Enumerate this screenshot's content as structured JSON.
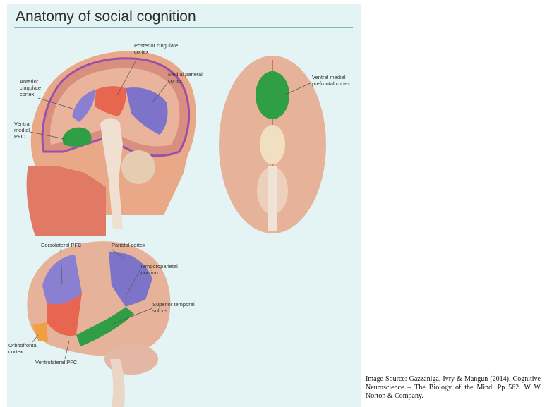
{
  "slide": {
    "title": "Anatomy of social cognition",
    "labels": {
      "posterior_cingulate": "Posterior cingulate\ncortex",
      "medial_parietal": "Medial parietal\ncortex",
      "anterior_cingulate": "Anterior\ncingulate\ncortex",
      "ventral_medial_pfc": "Ventral\nmedial\nPFC",
      "ventral_medial_prefrontal": "Ventral medial\nprefrontal cortex",
      "dorsolateral_pfc": "Dorsolateral PFC",
      "parietal_cortex": "Parietal cortex",
      "temporoparietal_junction": "Temporoparietal\njunction",
      "superior_temporal_sulcus": "Superior temporal\nsulcus",
      "orbitofrontal_cortex": "Orbitofrontal\ncortex",
      "ventrolateral_pfc": "Ventrolateral PFC"
    }
  },
  "source_text": "Image Source: Gazzaniga, Ivry & Mangun (2014). Cognitive Neuroscience – The Biology of the Mind. Pp 562. W W Norton & Company.",
  "colors": {
    "background": "#e4f3f3",
    "brain": "#e6b39a",
    "purple": "#8a7fd0",
    "red": "#e8664f",
    "green": "#2f9e44",
    "orange": "#f0a040"
  }
}
